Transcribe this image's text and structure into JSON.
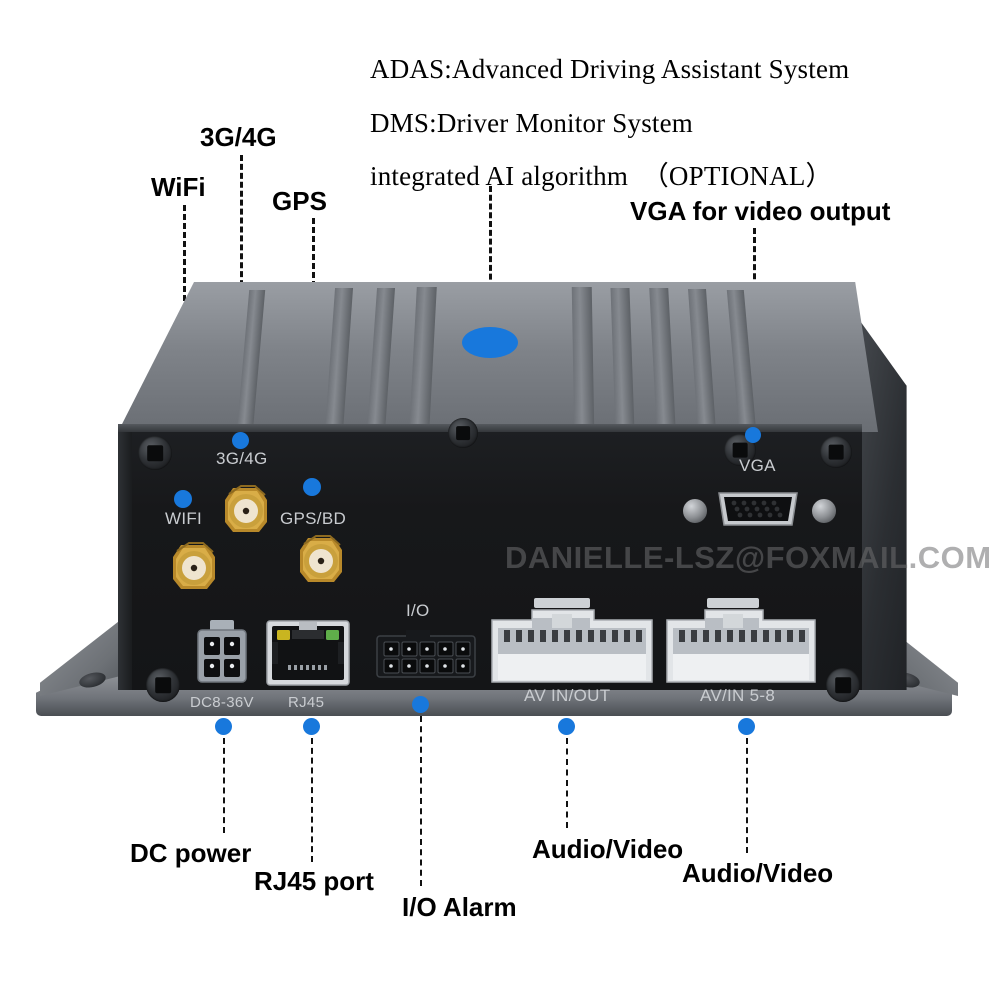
{
  "notes": {
    "adas": "ADAS:Advanced Driving Assistant System",
    "dms": "DMS:Driver Monitor System",
    "ai": "integrated AI algorithm　（OPTIONAL）"
  },
  "callouts": {
    "wifi": "WiFi",
    "cellular": "3G/4G",
    "gps": "GPS",
    "vga": "VGA for video output",
    "dc": "DC power",
    "rj45": "RJ45 port",
    "io": "I/O Alarm",
    "av1": "Audio/Video",
    "av2": "Audio/Video"
  },
  "panel_labels": {
    "wifi": "WIFI",
    "cellular": "3G/4G",
    "gps": "GPS/BD",
    "vga": "VGA",
    "dc": "DC8-36V",
    "rj45": "RJ45",
    "io": "I/O",
    "av_inout": "AV  IN/OUT",
    "av_in58": "AV/IN 5-8"
  },
  "watermark": "DANIELLE-LSZ@FOXMAIL.COM",
  "colors": {
    "marker_blue": "#1878dc",
    "body_black": "#17181a",
    "heatsink_grey": "#7d8187",
    "silkscreen": "#c9ccd0",
    "leader_line": "#111111"
  }
}
